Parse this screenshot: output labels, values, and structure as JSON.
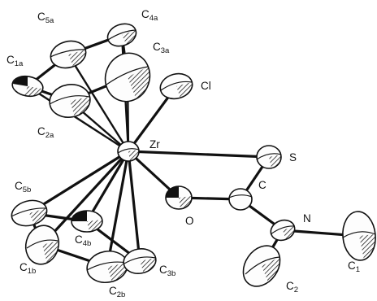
{
  "figure": {
    "atoms": [
      {
        "id": "C5a",
        "symbol": "C",
        "sub": "5a"
      },
      {
        "id": "C4a",
        "symbol": "C",
        "sub": "4a"
      },
      {
        "id": "C3a",
        "symbol": "C",
        "sub": "3a"
      },
      {
        "id": "C1a",
        "symbol": "C",
        "sub": "1a"
      },
      {
        "id": "C2a",
        "symbol": "C",
        "sub": "2a"
      },
      {
        "id": "Cl",
        "symbol": "Cl",
        "sub": ""
      },
      {
        "id": "Zr",
        "symbol": "Zr",
        "sub": ""
      },
      {
        "id": "S",
        "symbol": "S",
        "sub": ""
      },
      {
        "id": "C",
        "symbol": "C",
        "sub": ""
      },
      {
        "id": "O",
        "symbol": "O",
        "sub": ""
      },
      {
        "id": "N",
        "symbol": "N",
        "sub": ""
      },
      {
        "id": "C5b",
        "symbol": "C",
        "sub": "5b"
      },
      {
        "id": "C4b",
        "symbol": "C",
        "sub": "4b"
      },
      {
        "id": "C1b",
        "symbol": "C",
        "sub": "1b"
      },
      {
        "id": "C2b",
        "symbol": "C",
        "sub": "2b"
      },
      {
        "id": "C3b",
        "symbol": "C",
        "sub": "3b"
      },
      {
        "id": "C2",
        "symbol": "C",
        "sub": "2"
      },
      {
        "id": "C1",
        "symbol": "C",
        "sub": "1"
      }
    ]
  }
}
